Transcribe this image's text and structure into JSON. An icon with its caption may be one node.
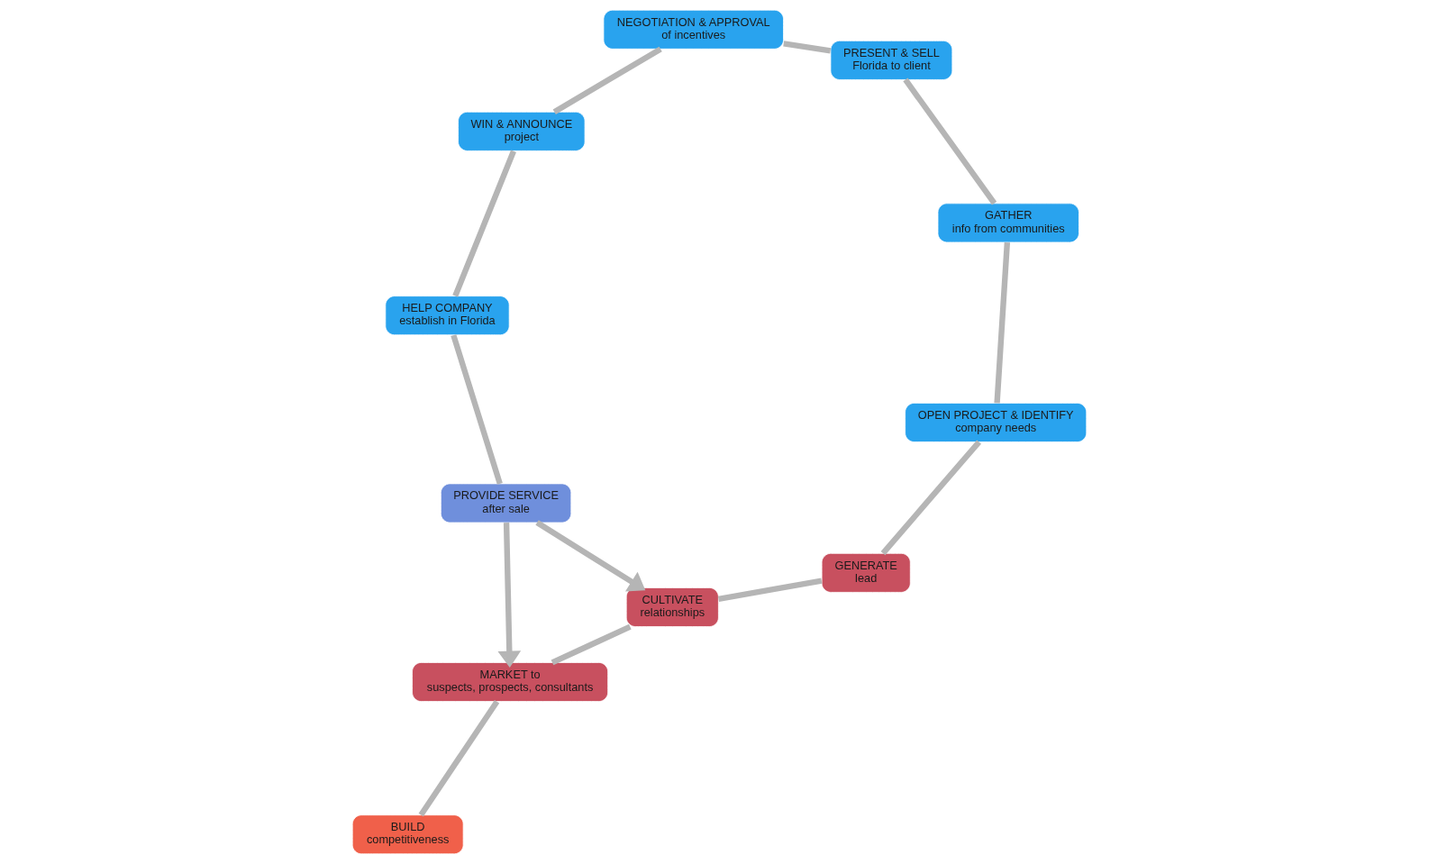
{
  "diagram": {
    "nodes": [
      {
        "text": [
          "WIN & ANNOUNCE",
          "project"
        ]
      },
      {
        "text": [
          "HELP COMPANY",
          "establish in Florida"
        ]
      },
      {
        "text": [
          "NEGOTIATION & APPROVAL",
          "of incentives"
        ]
      },
      {
        "text": [
          "PROVIDE SERVICE",
          "after sale"
        ]
      },
      {
        "text": [
          "PRESENT & SELL",
          "Florida to client"
        ]
      },
      {
        "text": [
          "BUILD",
          "competitiveness"
        ]
      },
      {
        "text": [
          "GATHER",
          "info from communities"
        ]
      },
      {
        "text": [
          "MARKET to",
          "suspects, prospects, consultants"
        ]
      },
      {
        "text": [
          "OPEN PROJECT & IDENTIFY",
          "company needs"
        ]
      },
      {
        "text": [
          "CULTIVATE",
          "relationships"
        ]
      },
      {
        "text": [
          "GENERATE",
          "lead"
        ]
      }
    ],
    "edges": [
      {
        "from": 5,
        "to": 7,
        "arrow": "none"
      },
      {
        "from": 7,
        "to": 9,
        "arrow": "none"
      },
      {
        "from": 9,
        "to": 10,
        "arrow": "none"
      },
      {
        "from": 10,
        "to": 8,
        "arrow": "none"
      },
      {
        "from": 8,
        "to": 6,
        "arrow": "none"
      },
      {
        "from": 6,
        "to": 4,
        "arrow": "none"
      },
      {
        "from": 4,
        "to": 2,
        "arrow": "none"
      },
      {
        "from": 2,
        "to": 0,
        "arrow": "none"
      },
      {
        "from": 0,
        "to": 1,
        "arrow": "none"
      },
      {
        "from": 1,
        "to": 3,
        "arrow": "none"
      },
      {
        "from": 3,
        "to": 7,
        "arrow": "to"
      },
      {
        "from": 3,
        "to": 9,
        "arrow": "to"
      }
    ]
  }
}
